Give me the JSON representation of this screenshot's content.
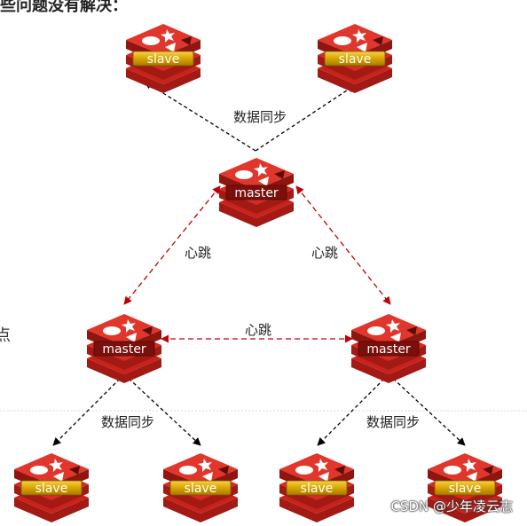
{
  "top_clipped_text": "些问题没有解决：",
  "left_clipped_text": "点",
  "colors": {
    "redis_red": "#c8231b",
    "redis_red_dark": "#8f1510",
    "slave_label_fill": "#d9a400",
    "master_label_fill": "#7a0f0b",
    "sync_line": "#000000",
    "heartbeat_line": "#c00000"
  },
  "icon": "redis-logo-stack-icon",
  "nodes": {
    "slave_top_left": {
      "label": "slave",
      "role": "slave"
    },
    "slave_top_right": {
      "label": "slave",
      "role": "slave"
    },
    "master_top": {
      "label": "master",
      "role": "master"
    },
    "master_left": {
      "label": "master",
      "role": "master"
    },
    "master_right": {
      "label": "master",
      "role": "master"
    },
    "slave_bottom_1": {
      "label": "slave",
      "role": "slave"
    },
    "slave_bottom_2": {
      "label": "slave",
      "role": "slave"
    },
    "slave_bottom_3": {
      "label": "slave",
      "role": "slave"
    },
    "slave_bottom_4": {
      "label": "slave",
      "role": "slave"
    }
  },
  "edge_labels": {
    "sync_top": "数据同步",
    "heartbeat_left": "心跳",
    "heartbeat_right": "心跳",
    "heartbeat_middle": "心跳",
    "sync_bottom_left": "数据同步",
    "sync_bottom_right": "数据同步"
  },
  "watermark": "CSDN @少年凌云志"
}
